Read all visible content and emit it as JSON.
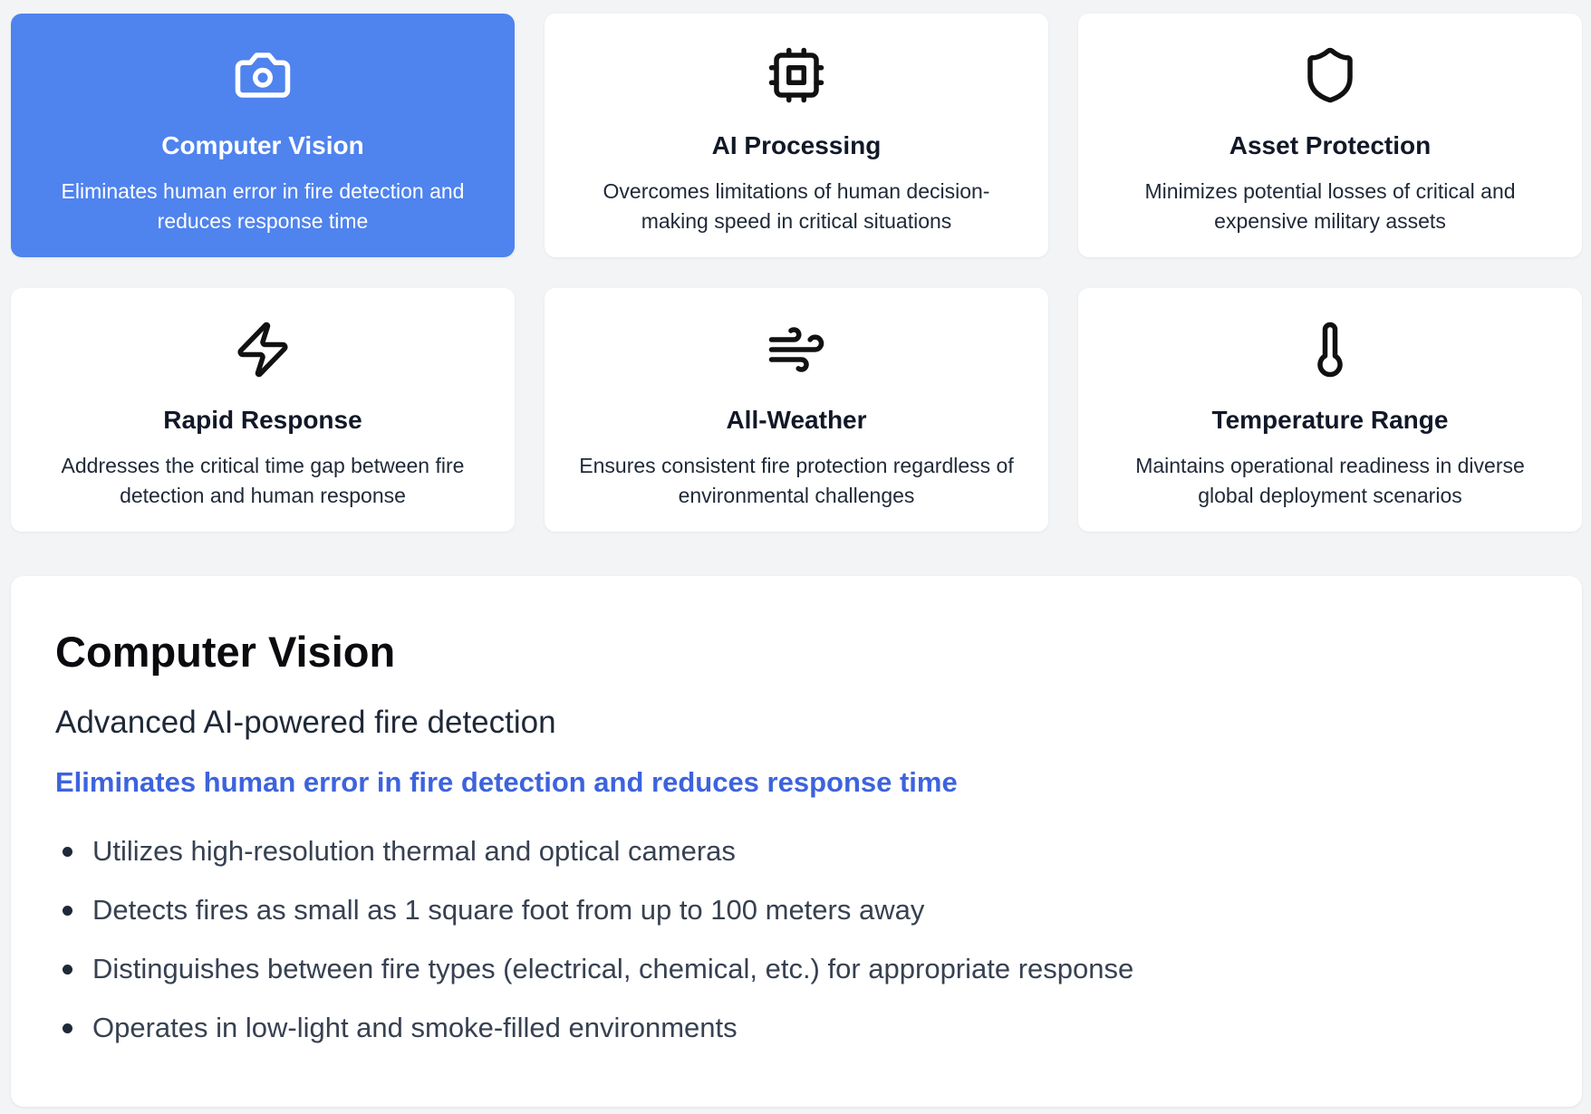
{
  "features": [
    {
      "title": "Computer Vision",
      "description": "Eliminates human error in fire detection and reduces response time",
      "icon": "camera-icon",
      "active": true
    },
    {
      "title": "AI Processing",
      "description": "Overcomes limitations of human decision-making speed in critical situations",
      "icon": "cpu-icon",
      "active": false
    },
    {
      "title": "Asset Protection",
      "description": "Minimizes potential losses of critical and expensive military assets",
      "icon": "shield-icon",
      "active": false
    },
    {
      "title": "Rapid Response",
      "description": "Addresses the critical time gap between fire detection and human response",
      "icon": "lightning-icon",
      "active": false
    },
    {
      "title": "All-Weather",
      "description": "Ensures consistent fire protection regardless of environmental challenges",
      "icon": "wind-icon",
      "active": false
    },
    {
      "title": "Temperature Range",
      "description": "Maintains operational readiness in diverse global deployment scenarios",
      "icon": "thermometer-icon",
      "active": false
    }
  ],
  "detail": {
    "title": "Computer Vision",
    "subtitle": "Advanced AI-powered fire detection",
    "highlight": "Eliminates human error in fire detection and reduces response time",
    "points": [
      "Utilizes high-resolution thermal and optical cameras",
      "Detects fires as small as 1 square foot from up to 100 meters away",
      "Distinguishes between fire types (electrical, chemical, etc.) for appropriate response",
      "Operates in low-light and smoke-filled environments"
    ]
  },
  "colors": {
    "background": "#f3f4f6",
    "active_card": "#4f83ee",
    "highlight_text": "#3d63dd",
    "card": "#ffffff"
  }
}
